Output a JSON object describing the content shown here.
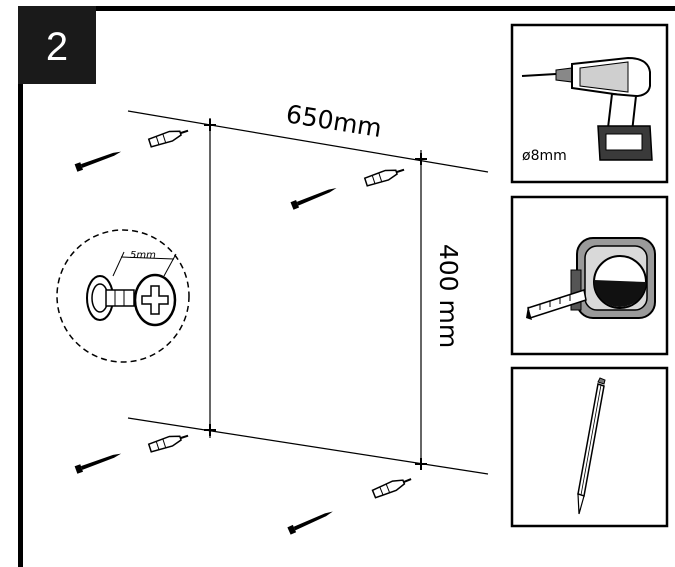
{
  "step": {
    "number": "2"
  },
  "dimensions": {
    "width_label": "650mm",
    "height_label": "400 mm"
  },
  "detail": {
    "gap_label": "5mm"
  },
  "tools": {
    "drill": {
      "bit_label": "ø8mm"
    },
    "tape_measure": {},
    "pencil": {}
  },
  "colors": {
    "frame": "#000000",
    "background": "#ffffff",
    "drill_accent": "#3a3a3a"
  }
}
